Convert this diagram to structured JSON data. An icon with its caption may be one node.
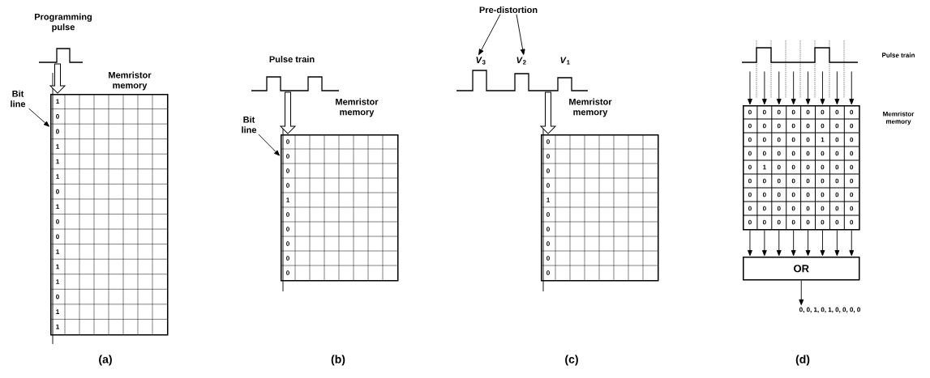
{
  "diagram": {
    "nodes": [
      {
        "text": [],
        "shape": "waveform",
        "beside": [
          "Programming pulse"
        ]
      },
      {
        "text": [
          "Bit line"
        ]
      },
      {
        "text": [
          "1",
          "0",
          "0",
          "1",
          "1",
          "1",
          "0",
          "1",
          "0",
          "0",
          "1",
          "1",
          "1",
          "0",
          "1",
          "1"
        ],
        "beside": [
          "Memristor memory"
        ]
      },
      {
        "text": [],
        "shape": "waveform",
        "beside": [
          "Pulse train"
        ]
      },
      {
        "text": [
          "Bit line"
        ]
      },
      {
        "text": [
          "0",
          "0",
          "0",
          "0",
          "1",
          "0",
          "0",
          "0",
          "0",
          "0"
        ]
      },
      {
        "text": [
          "Pre-distortion"
        ]
      },
      {
        "text": [
          "*V*$_{3}$"
        ]
      },
      {
        "text": [
          "*V*$_{2}$"
        ]
      },
      {
        "text": [
          "*V*$_{1}$"
        ]
      },
      {
        "text": [],
        "shape": "waveform"
      },
      {
        "text": [
          "0",
          "0",
          "0",
          "0",
          "1",
          "0",
          "0",
          "0",
          "0",
          "0"
        ]
      },
      {
        "text": [],
        "shape": "waveform",
        "beside": [
          "Pulse train"
        ]
      },
      {
        "text": [
          "0",
          "0",
          "0",
          "0",
          "0",
          "0",
          "0",
          "0",
          "0",
          "0",
          "0",
          "0",
          "0",
          "0",
          "0",
          "0",
          "0",
          "0",
          "0",
          "0",
          "0",
          "1",
          "0",
          "0",
          "0",
          "0",
          "0",
          "0",
          "0",
          "0",
          "0",
          "0",
          "0",
          "1",
          "0",
          "0",
          "0",
          "0",
          "0",
          "0",
          "0",
          "0",
          "0",
          "0",
          "0",
          "0",
          "0",
          "0",
          "0",
          "0",
          "0",
          "0",
          "0",
          "0",
          "0",
          "0",
          "0",
          "0",
          "0",
          "0",
          "0",
          "0",
          "0",
          "0",
          "0",
          "0",
          "0",
          "0",
          "0",
          "0",
          "0",
          "0"
        ],
        "beside": [
          "Memristor memory"
        ]
      },
      {
        "text": [
          "OR"
        ]
      },
      {
        "text": [
          "0, 0, 1, 0, 1, 0, 0, 0, 0"
        ]
      }
    ],
    "edges": [
      {
        "from": 0,
        "to": 2,
        "arrow": "to",
        "style": "thick"
      },
      {
        "from": 1,
        "to": 2,
        "arrow": "to"
      },
      {
        "from": 3,
        "to": 5,
        "arrow": "to",
        "style": "thick"
      },
      {
        "from": 4,
        "to": 5,
        "arrow": "to"
      },
      {
        "from": 6,
        "to": 7,
        "arrow": "to"
      },
      {
        "from": 6,
        "to": 8,
        "arrow": "to"
      },
      {
        "from": 10,
        "to": 11,
        "arrow": "to",
        "style": "thick"
      },
      {
        "from": 12,
        "to": 13,
        "arrow": "to"
      },
      {
        "from": 12,
        "to": 13,
        "arrow": "to"
      },
      {
        "from": 12,
        "to": 13,
        "arrow": "to"
      },
      {
        "from": 12,
        "to": 13,
        "arrow": "to"
      },
      {
        "from": 12,
        "to": 13,
        "arrow": "to"
      },
      {
        "from": 12,
        "to": 13,
        "arrow": "to"
      },
      {
        "from": 12,
        "to": 13,
        "arrow": "to"
      },
      {
        "from": 12,
        "to": 13,
        "arrow": "to"
      },
      {
        "from": 13,
        "to": 14,
        "arrow": "to"
      },
      {
        "from": 13,
        "to": 14,
        "arrow": "to"
      },
      {
        "from": 13,
        "to": 14,
        "arrow": "to"
      },
      {
        "from": 13,
        "to": 14,
        "arrow": "to"
      },
      {
        "from": 13,
        "to": 14,
        "arrow": "to"
      },
      {
        "from": 13,
        "to": 14,
        "arrow": "to"
      },
      {
        "from": 13,
        "to": 14,
        "arrow": "to"
      },
      {
        "from": 13,
        "to": 14,
        "arrow": "to"
      },
      {
        "from": 14,
        "to": 15,
        "arrow": "to"
      }
    ],
    "labels": [
      "Memristor memory",
      "Memristor memory",
      "(a)",
      "(b)",
      "(c)",
      "(d)"
    ]
  }
}
